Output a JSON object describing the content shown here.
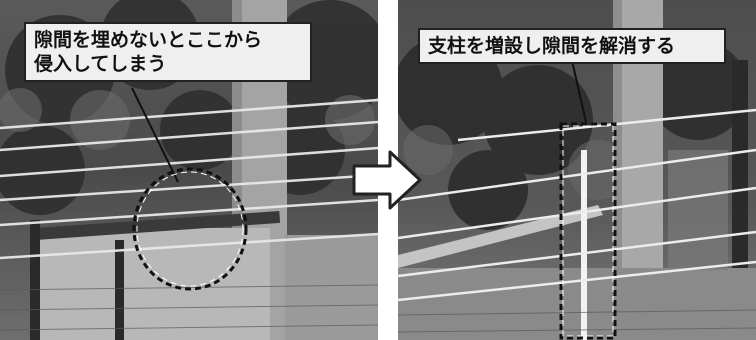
{
  "left_panel": {
    "callout_line1": "隙間を埋めないとここから",
    "callout_line2": "侵入してしまう"
  },
  "right_panel": {
    "callout": "支柱を増設し隙間を解消する"
  },
  "colors": {
    "callout_bg": "#efefef",
    "callout_border": "#222222",
    "photo_dark": "#3a3a3a",
    "photo_mid": "#8a8a8a",
    "photo_light": "#c9c9c9"
  }
}
